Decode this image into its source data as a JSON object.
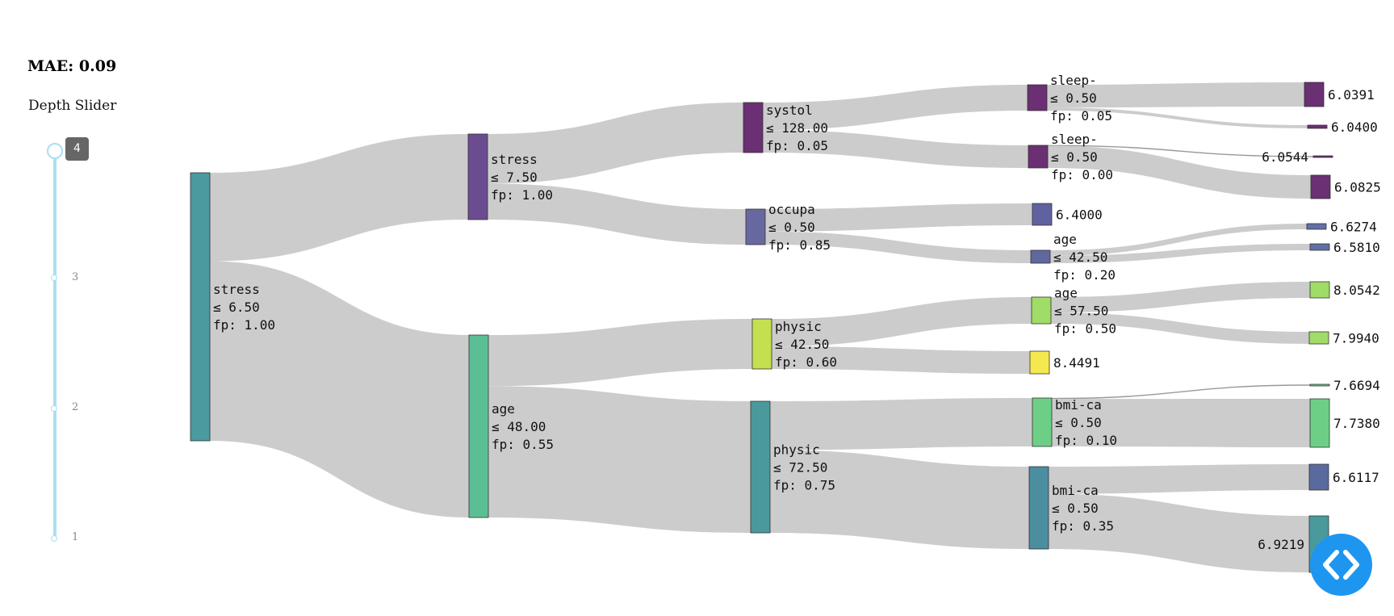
{
  "metric": {
    "mae": "MAE: 0.09"
  },
  "slider": {
    "title": "Depth Slider",
    "value": "4",
    "ticks": [
      "4",
      "3",
      "2",
      "1"
    ],
    "track_color": "#a9dff5"
  },
  "tree": {
    "link_color": "#cccccc",
    "nodes": [
      {
        "id": "n0",
        "depth": 0,
        "feature": "stress",
        "threshold": "≤ 6.50",
        "fp": "fp: 1.00",
        "color": "#4a9aa0"
      },
      {
        "id": "n1",
        "depth": 1,
        "feature": "stress",
        "threshold": "≤ 7.50",
        "fp": "fp: 1.00",
        "color": "#6b4c91"
      },
      {
        "id": "n2",
        "depth": 1,
        "feature": "age",
        "threshold": "≤ 48.00",
        "fp": "fp: 0.55",
        "color": "#5bbf96"
      },
      {
        "id": "n3",
        "depth": 2,
        "feature": "systol",
        "threshold": "≤ 128.00",
        "fp": "fp: 0.05",
        "color": "#6b2f73"
      },
      {
        "id": "n4",
        "depth": 2,
        "feature": "occupa",
        "threshold": "≤ 0.50",
        "fp": "fp: 0.85",
        "color": "#6868a0"
      },
      {
        "id": "n5",
        "depth": 2,
        "feature": "physic",
        "threshold": "≤ 42.50",
        "fp": "fp: 0.60",
        "color": "#c5e04f"
      },
      {
        "id": "n6",
        "depth": 2,
        "feature": "physic",
        "threshold": "≤ 72.50",
        "fp": "fp: 0.75",
        "color": "#4a9a9c"
      },
      {
        "id": "n7",
        "depth": 3,
        "feature": "sleep-",
        "threshold": "≤ 0.50",
        "fp": "fp: 0.05",
        "color": "#6b2f73"
      },
      {
        "id": "n8",
        "depth": 3,
        "feature": "sleep-",
        "threshold": "≤ 0.50",
        "fp": "fp: 0.00",
        "color": "#6b2f73"
      },
      {
        "id": "n9",
        "depth": 3,
        "leaf": "6.4000",
        "color": "#6062a0"
      },
      {
        "id": "n10",
        "depth": 3,
        "feature": "age",
        "threshold": "≤ 42.50",
        "fp": "fp: 0.20",
        "color": "#6068a0"
      },
      {
        "id": "n11",
        "depth": 3,
        "feature": "age",
        "threshold": "≤ 57.50",
        "fp": "fp: 0.50",
        "color": "#a0dc68"
      },
      {
        "id": "n12",
        "depth": 3,
        "leaf": "8.4491",
        "color": "#f5e84e"
      },
      {
        "id": "n13",
        "depth": 3,
        "feature": "bmi-ca",
        "threshold": "≤ 0.50",
        "fp": "fp: 0.10",
        "color": "#6dcf86"
      },
      {
        "id": "n14",
        "depth": 3,
        "feature": "bmi-ca",
        "threshold": "≤ 0.50",
        "fp": "fp: 0.35",
        "color": "#4a8ea0"
      },
      {
        "id": "l1",
        "depth": 4,
        "leaf": "6.0391",
        "color": "#6b2f73"
      },
      {
        "id": "l2",
        "depth": 4,
        "leaf": "6.0400",
        "color": "#6b2f73"
      },
      {
        "id": "l3",
        "depth": 4,
        "leaf": "6.0544",
        "color": "#6b2f73"
      },
      {
        "id": "l4",
        "depth": 4,
        "leaf": "6.0825",
        "color": "#6b2f73"
      },
      {
        "id": "l5",
        "depth": 4,
        "leaf": "6.6274",
        "color": "#6270a5"
      },
      {
        "id": "l6",
        "depth": 4,
        "leaf": "6.5810",
        "color": "#6270a5"
      },
      {
        "id": "l7",
        "depth": 4,
        "leaf": "8.0542",
        "color": "#a0dc68"
      },
      {
        "id": "l8",
        "depth": 4,
        "leaf": "7.9940",
        "color": "#a0dc68"
      },
      {
        "id": "l9",
        "depth": 4,
        "leaf": "7.6694",
        "color": "#6dcf86"
      },
      {
        "id": "l10",
        "depth": 4,
        "leaf": "7.7380",
        "color": "#6dcf86"
      },
      {
        "id": "l11",
        "depth": 4,
        "leaf": "6.6117",
        "color": "#5a6a9f"
      },
      {
        "id": "l12",
        "depth": 4,
        "leaf": "6.9219",
        "color": "#4a9a9c"
      }
    ],
    "links": [
      {
        "source": "n0",
        "target": "n1",
        "fraction": 0.33
      },
      {
        "source": "n0",
        "target": "n2",
        "fraction": 0.67
      },
      {
        "source": "n1",
        "target": "n3",
        "fraction": 0.58
      },
      {
        "source": "n1",
        "target": "n4",
        "fraction": 0.42
      },
      {
        "source": "n2",
        "target": "n5",
        "fraction": 0.28
      },
      {
        "source": "n2",
        "target": "n6",
        "fraction": 0.72
      },
      {
        "source": "n3",
        "target": "n7",
        "fraction": 0.55
      },
      {
        "source": "n3",
        "target": "n8",
        "fraction": 0.45
      },
      {
        "source": "n4",
        "target": "n9",
        "fraction": 0.63
      },
      {
        "source": "n4",
        "target": "n10",
        "fraction": 0.37
      },
      {
        "source": "n5",
        "target": "n11",
        "fraction": 0.55
      },
      {
        "source": "n5",
        "target": "n12",
        "fraction": 0.45
      },
      {
        "source": "n6",
        "target": "n13",
        "fraction": 0.37
      },
      {
        "source": "n6",
        "target": "n14",
        "fraction": 0.63
      },
      {
        "source": "n7",
        "target": "l1",
        "fraction": 0.88
      },
      {
        "source": "n7",
        "target": "l2",
        "fraction": 0.12
      },
      {
        "source": "n8",
        "target": "l3",
        "fraction": 0.02
      },
      {
        "source": "n8",
        "target": "l4",
        "fraction": 0.98
      },
      {
        "source": "n10",
        "target": "l5",
        "fraction": 0.42
      },
      {
        "source": "n10",
        "target": "l6",
        "fraction": 0.58
      },
      {
        "source": "n11",
        "target": "l7",
        "fraction": 0.58
      },
      {
        "source": "n11",
        "target": "l8",
        "fraction": 0.42
      },
      {
        "source": "n13",
        "target": "l9",
        "fraction": 0.02
      },
      {
        "source": "n13",
        "target": "l10",
        "fraction": 0.98
      },
      {
        "source": "n14",
        "target": "l11",
        "fraction": 0.33
      },
      {
        "source": "n14",
        "target": "l12",
        "fraction": 0.67
      }
    ]
  },
  "fab": {
    "icon": "code-icon",
    "color": "#1e96f0"
  }
}
